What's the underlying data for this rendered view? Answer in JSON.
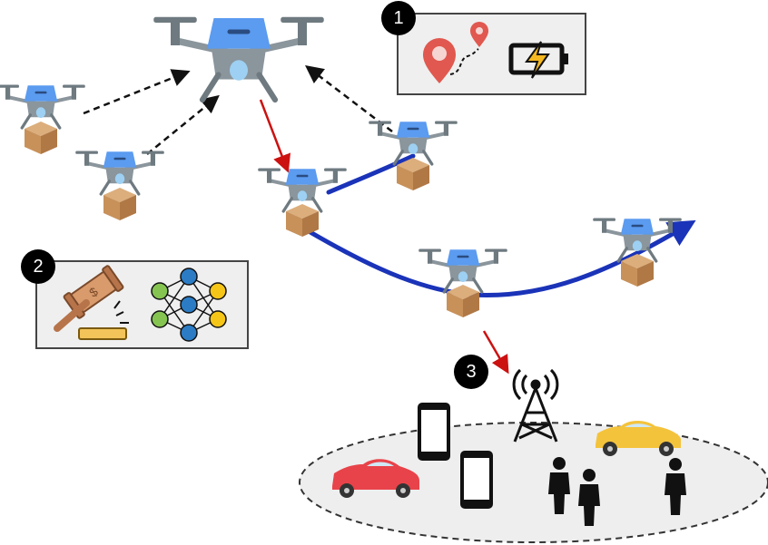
{
  "badges": [
    {
      "label": "1"
    },
    {
      "label": "2"
    },
    {
      "label": "3"
    }
  ],
  "icons": {
    "drone": "drone-icon",
    "package": "package-icon",
    "location": "location-route-icon",
    "battery": "battery-charging-icon",
    "auction": "auction-gavel-icon",
    "network": "neural-network-icon",
    "tower": "cell-tower-icon",
    "phone": "smartphone-icon",
    "car": "car-icon",
    "person": "person-icon"
  },
  "colors": {
    "drone_body": "#5b9bf0",
    "drone_frame": "#8a959c",
    "box": "#c8915a",
    "trajectory": "#1a33b8",
    "control_arrow": "#cc1111",
    "coop_arrow": "#111111",
    "panel_bg": "#efefef",
    "ground_zone": "#eeeeee"
  }
}
